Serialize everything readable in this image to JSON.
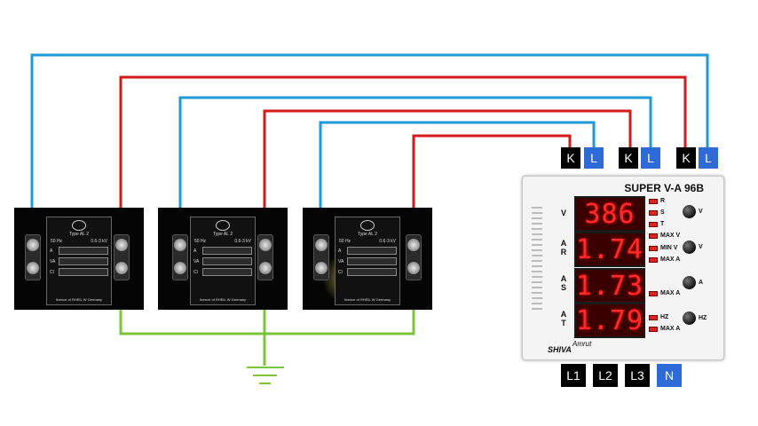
{
  "diagram": {
    "top_tags": [
      {
        "label": "K",
        "kind": "k"
      },
      {
        "label": "L",
        "kind": "l"
      },
      {
        "label": "K",
        "kind": "k"
      },
      {
        "label": "L",
        "kind": "l"
      },
      {
        "label": "K",
        "kind": "k"
      },
      {
        "label": "L",
        "kind": "l"
      }
    ],
    "bottom_tags": [
      {
        "label": "L1",
        "kind": "dark"
      },
      {
        "label": "L2",
        "kind": "dark"
      },
      {
        "label": "L3",
        "kind": "dark"
      },
      {
        "label": "N",
        "kind": "blue"
      }
    ],
    "wire_colors": {
      "blue": "#1e9ad6",
      "red": "#d31a1a",
      "ground": "#7cc43a"
    }
  },
  "transformers": [
    {
      "type": "Type AL 2",
      "freq": "50 Hz",
      "rating": "0.6-3 kV",
      "a": "A",
      "va": "VA",
      "cl": "Cl",
      "footer": "licence of RHEIL W Germany"
    },
    {
      "type": "Type AL 2",
      "freq": "50 Hz",
      "rating": "0.6-3 kV",
      "a": "A",
      "va": "VA",
      "cl": "Cl",
      "footer": "licence of RHEIL W Germany"
    },
    {
      "type": "Type AL 2",
      "freq": "50 Hz",
      "rating": "0.6-3 kV",
      "a": "A",
      "va": "VA",
      "cl": "Cl",
      "footer": "licence of RHEIL W Germany"
    }
  ],
  "meter": {
    "title": "SUPER V-A 96B",
    "brand": "SHIVA",
    "brand_sub": "Amrut",
    "displays": [
      {
        "label": "V",
        "value": "386"
      },
      {
        "label": "A R",
        "value": "1.74"
      },
      {
        "label": "A S",
        "value": "1.73"
      },
      {
        "label": "A T",
        "value": "1.79"
      }
    ],
    "indicators": [
      "R",
      "S",
      "T",
      "MAX V",
      "MIN V",
      "MAX A",
      "MAX A",
      "HZ",
      "MAX A"
    ],
    "keys": [
      "V",
      "V",
      "A",
      "HZ"
    ]
  }
}
